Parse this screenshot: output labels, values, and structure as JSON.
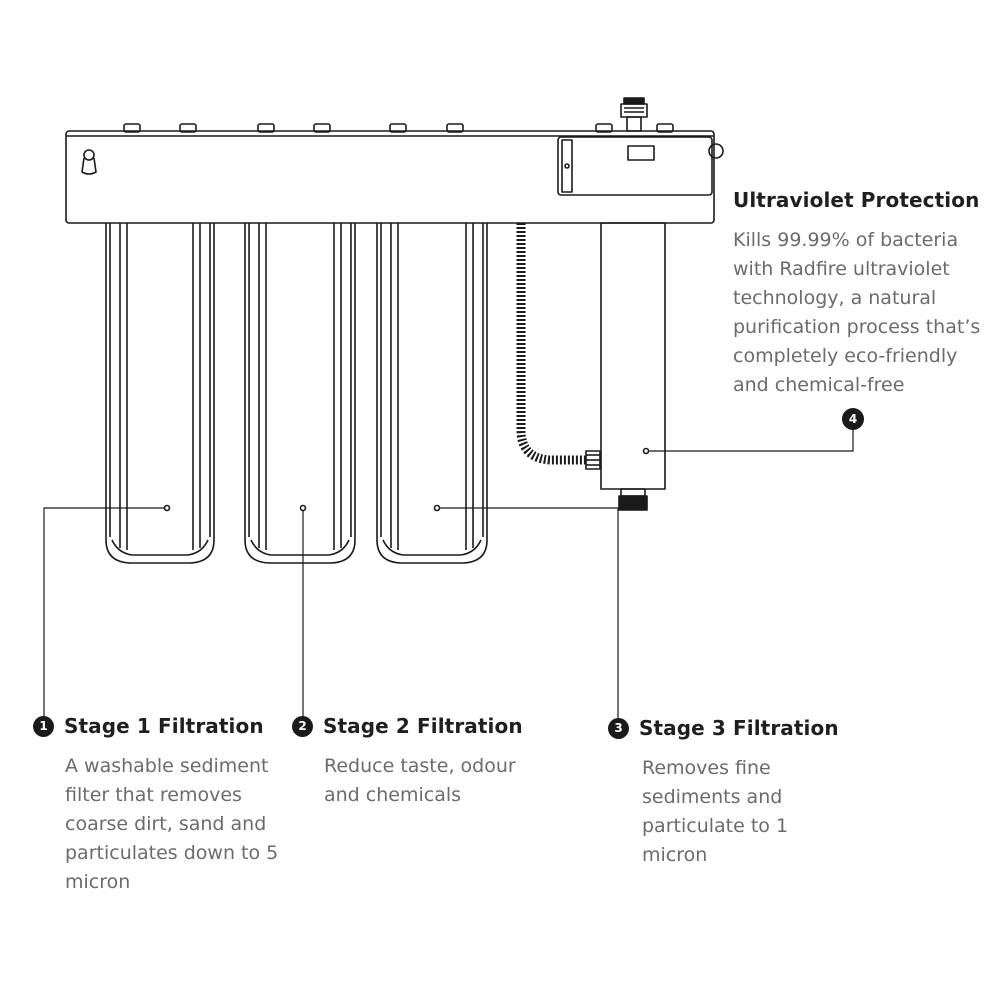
{
  "callouts": {
    "uv": {
      "badge": "4",
      "title": "Ultraviolet Protection",
      "body": "Kills 99.99% of bacteria with Radfire ultraviolet technology, a natural purification process that’s completely eco-friendly and chemical-free"
    },
    "stage1": {
      "badge": "1",
      "title": "Stage 1 Filtration",
      "body": "A washable sediment filter that removes coarse dirt, sand and particulates down to 5 micron"
    },
    "stage2": {
      "badge": "2",
      "title": "Stage 2 Filtration",
      "body": "Reduce taste, odour and chemicals"
    },
    "stage3": {
      "badge": "3",
      "title": "Stage 3 Filtration",
      "body": "Removes fine sediments and particulate to 1 micron"
    }
  },
  "colors": {
    "stroke": "#1a1a1a",
    "heading": "#1f1f1f",
    "body_text": "#6b6b6b",
    "badge": "#1a1a1a"
  }
}
